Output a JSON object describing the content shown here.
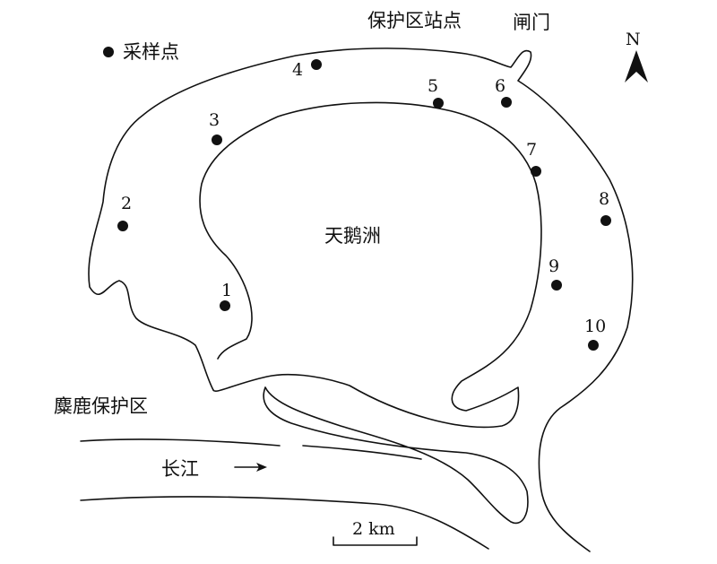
{
  "legend": {
    "symbol": "filled-circle",
    "label": "采样点"
  },
  "labels": {
    "station": "保护区站点",
    "gate": "闸门",
    "island": "天鹅洲",
    "reserve": "麋鹿保护区",
    "river": "长江"
  },
  "north_arrow": {
    "letter": "N"
  },
  "scale_bar": {
    "label": "2 km"
  },
  "sampling_points": [
    "1",
    "2",
    "3",
    "4",
    "5",
    "6",
    "7",
    "8",
    "9",
    "10"
  ],
  "colors": {
    "ink": "#111111",
    "background": "#ffffff"
  }
}
